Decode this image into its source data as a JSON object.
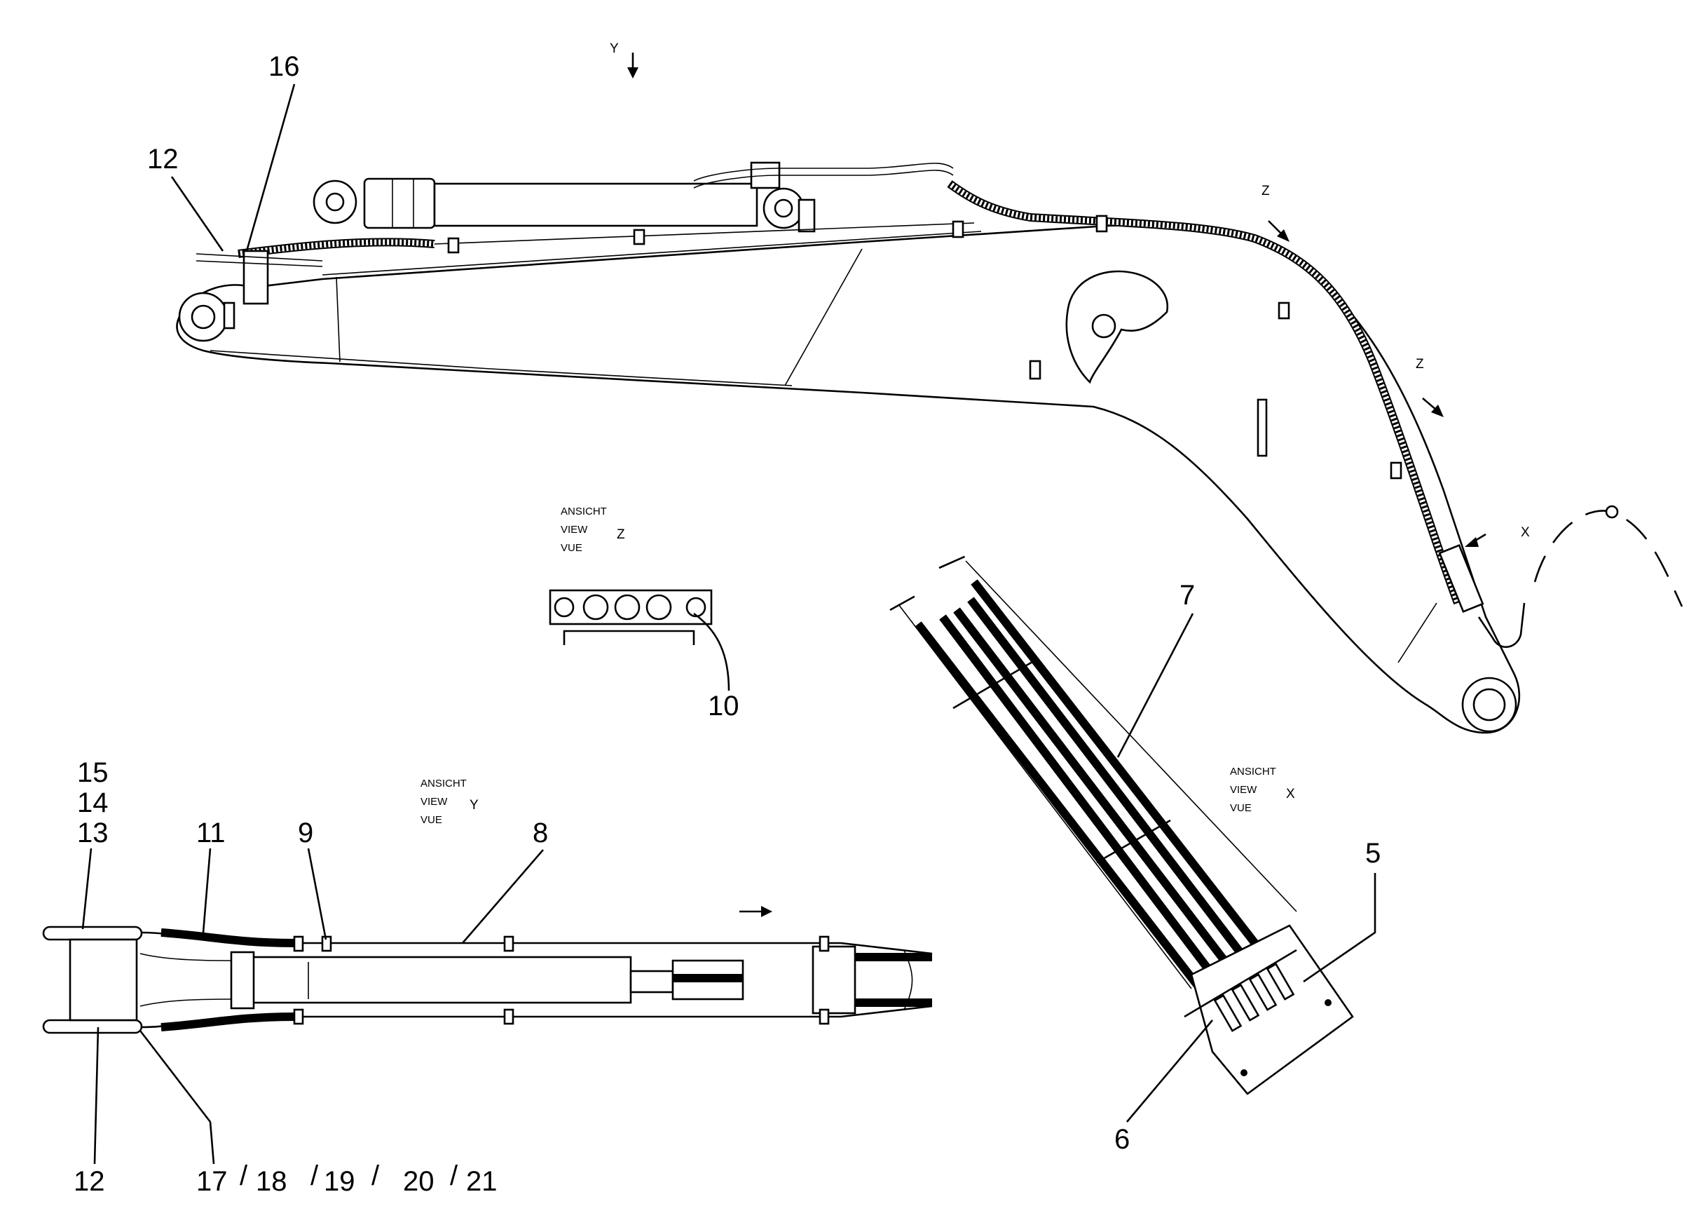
{
  "labels": {
    "n16": "16",
    "n12_top": "12",
    "n10": "10",
    "n7": "7",
    "n5": "5",
    "n6": "6",
    "n15": "15",
    "n14": "14",
    "n13": "13",
    "n11": "11",
    "n9": "9",
    "n8": "8",
    "n12_bottom": "12",
    "n17": "17",
    "n18": "18",
    "n19": "19",
    "n20": "20",
    "n21": "21",
    "slash": "/"
  },
  "view_markers": {
    "y_top": "Y",
    "z_1": "Z",
    "z_2": "Z",
    "x_1": "X"
  },
  "views": {
    "z": {
      "line1": "ANSICHT",
      "line2": "VIEW",
      "line3": "VUE",
      "letter": "Z"
    },
    "y": {
      "line1": "ANSICHT",
      "line2": "VIEW",
      "line3": "VUE",
      "letter": "Y"
    },
    "x": {
      "line1": "ANSICHT",
      "line2": "VIEW",
      "line3": "VUE",
      "letter": "X"
    }
  }
}
